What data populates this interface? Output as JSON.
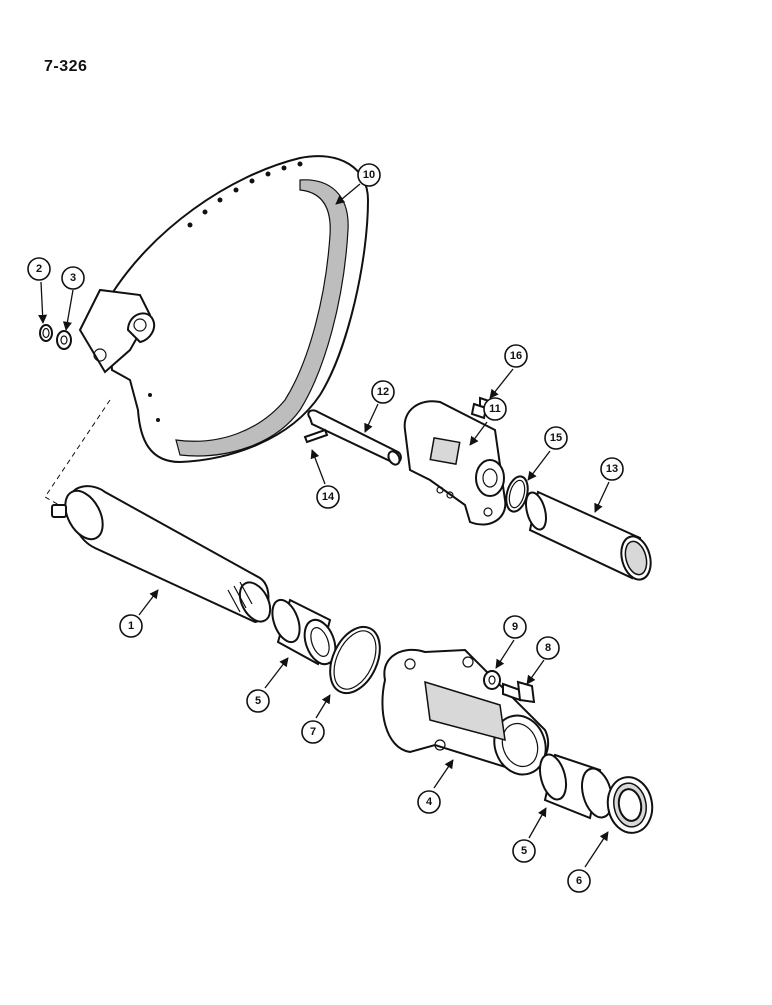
{
  "page": {
    "number": "7-326"
  },
  "callouts": [
    "1",
    "2",
    "3",
    "4",
    "5",
    "6",
    "7",
    "8",
    "9",
    "10",
    "11",
    "12",
    "13",
    "14",
    "15",
    "16"
  ],
  "callouts_dup": [
    "5"
  ],
  "parts": {
    "brake_band": "10",
    "snap_ring": "2",
    "washer": "3",
    "shaft": "1",
    "bushing_left": "5",
    "bushing_right": "5",
    "o_ring_large": "7",
    "housing": "4",
    "washer_small": "9",
    "bolt": "8",
    "seal": "6",
    "pin": "12",
    "roll_pin": "14",
    "lever_block": "11",
    "o_ring_small": "15",
    "piston": "13",
    "screw": "16"
  },
  "colors": {
    "ink": "#111111",
    "lining": "#bdbdbd",
    "shade": "#d8d8d8",
    "paper": "#ffffff"
  }
}
